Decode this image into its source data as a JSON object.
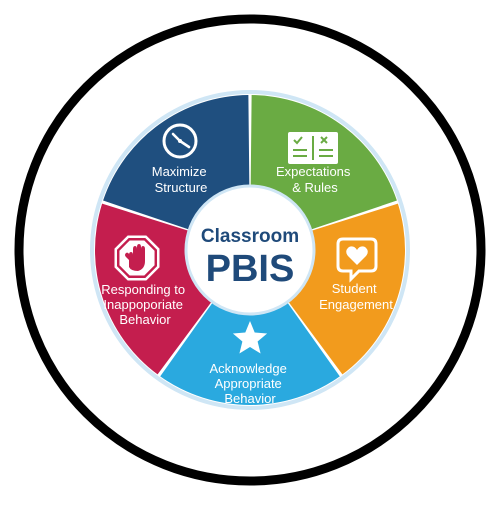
{
  "hub": {
    "title": "Classroom",
    "main": "PBIS"
  },
  "segments": [
    {
      "id": "maximize-structure",
      "lines": [
        "Maximize",
        "Structure"
      ],
      "color": "#1f4f7f",
      "icon": "clock-icon"
    },
    {
      "id": "expectations-rules",
      "lines": [
        "Expectations",
        "& Rules"
      ],
      "color": "#6aab43",
      "icon": "checklist-icon"
    },
    {
      "id": "student-engagement",
      "lines": [
        "Student",
        "Engagement"
      ],
      "color": "#f29b1d",
      "icon": "heart-speech-bubble-icon"
    },
    {
      "id": "acknowledge-appropriate-behavior",
      "lines": [
        "Acknowledge",
        "Appropriate",
        "Behavior"
      ],
      "color": "#2aa9df",
      "icon": "star-icon"
    },
    {
      "id": "responding-inappropriate-behavior",
      "lines": [
        "Responding to",
        "Inappoporiate",
        "Behavior"
      ],
      "color": "#c41e4e",
      "icon": "stop-hand-icon"
    }
  ],
  "colors": {
    "outer_ring": "#000000",
    "inner_ring": "#cfe6f5",
    "hub_fill": "#ffffff",
    "hub_text": "#1f4a7a"
  }
}
